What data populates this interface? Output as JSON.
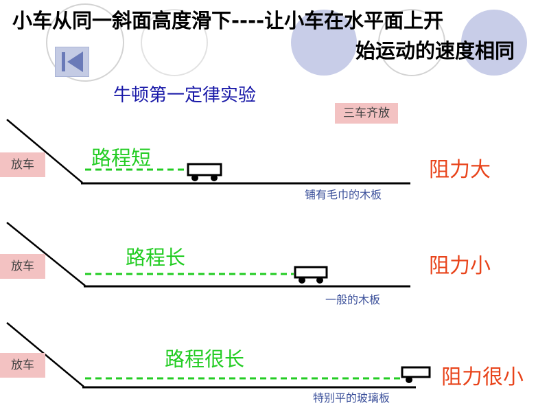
{
  "title": {
    "line1": "小车从同一斜面高度滑下----让小车在水平面上开",
    "line2": "始运动的速度相同"
  },
  "subtitle": "牛顿第一定律实验",
  "buttons": {
    "release_all": "三车齐放",
    "release": "放车"
  },
  "tracks": [
    {
      "distance": "路程短",
      "resistance": "阻力大",
      "surface": "铺有毛巾的木板"
    },
    {
      "distance": "路程长",
      "resistance": "阻力小",
      "surface": "一般的木板"
    },
    {
      "distance": "路程很长",
      "resistance": "阻力很小",
      "surface": "特别平的玻璃板"
    }
  ],
  "colors": {
    "title": "#000000",
    "subtitle": "#1a1aa8",
    "distance": "#22cc22",
    "resistance": "#e8431a",
    "button_bg": "#f3c2c2",
    "surface_label": "#3a4f9a"
  }
}
